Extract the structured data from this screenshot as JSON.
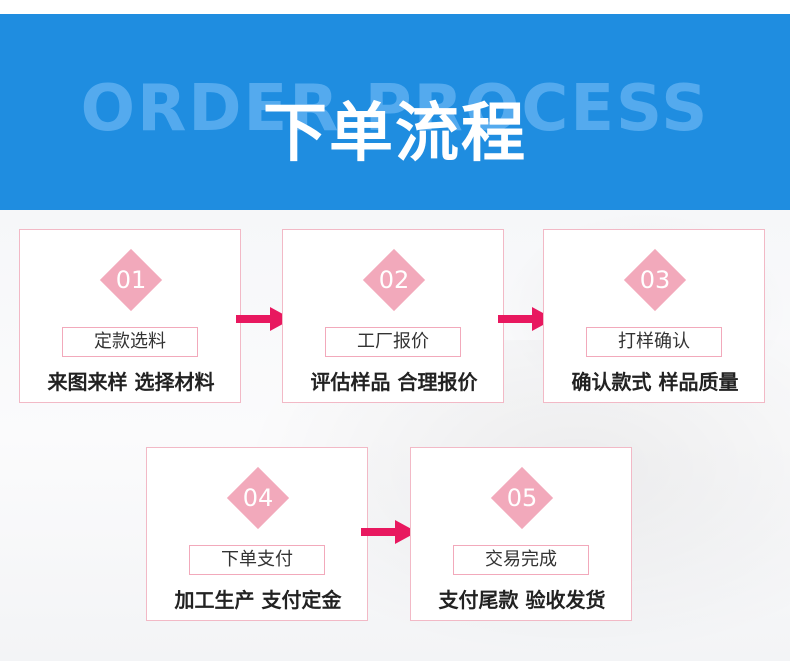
{
  "banner": {
    "background_text": "ORDER PROCESS",
    "title": "下单流程",
    "color": "#1f8de0"
  },
  "accent_color": "#f2a9bb",
  "arrow_color": "#e8185f",
  "steps": [
    {
      "number": "01",
      "label": "定款选料",
      "description": "来图来样 选择材料"
    },
    {
      "number": "02",
      "label": "工厂报价",
      "description": "评估样品 合理报价"
    },
    {
      "number": "03",
      "label": "打样确认",
      "description": "确认款式 样品质量"
    },
    {
      "number": "04",
      "label": "下单支付",
      "description": "加工生产 支付定金"
    },
    {
      "number": "05",
      "label": "交易完成",
      "description": "支付尾款 验收发货"
    }
  ]
}
